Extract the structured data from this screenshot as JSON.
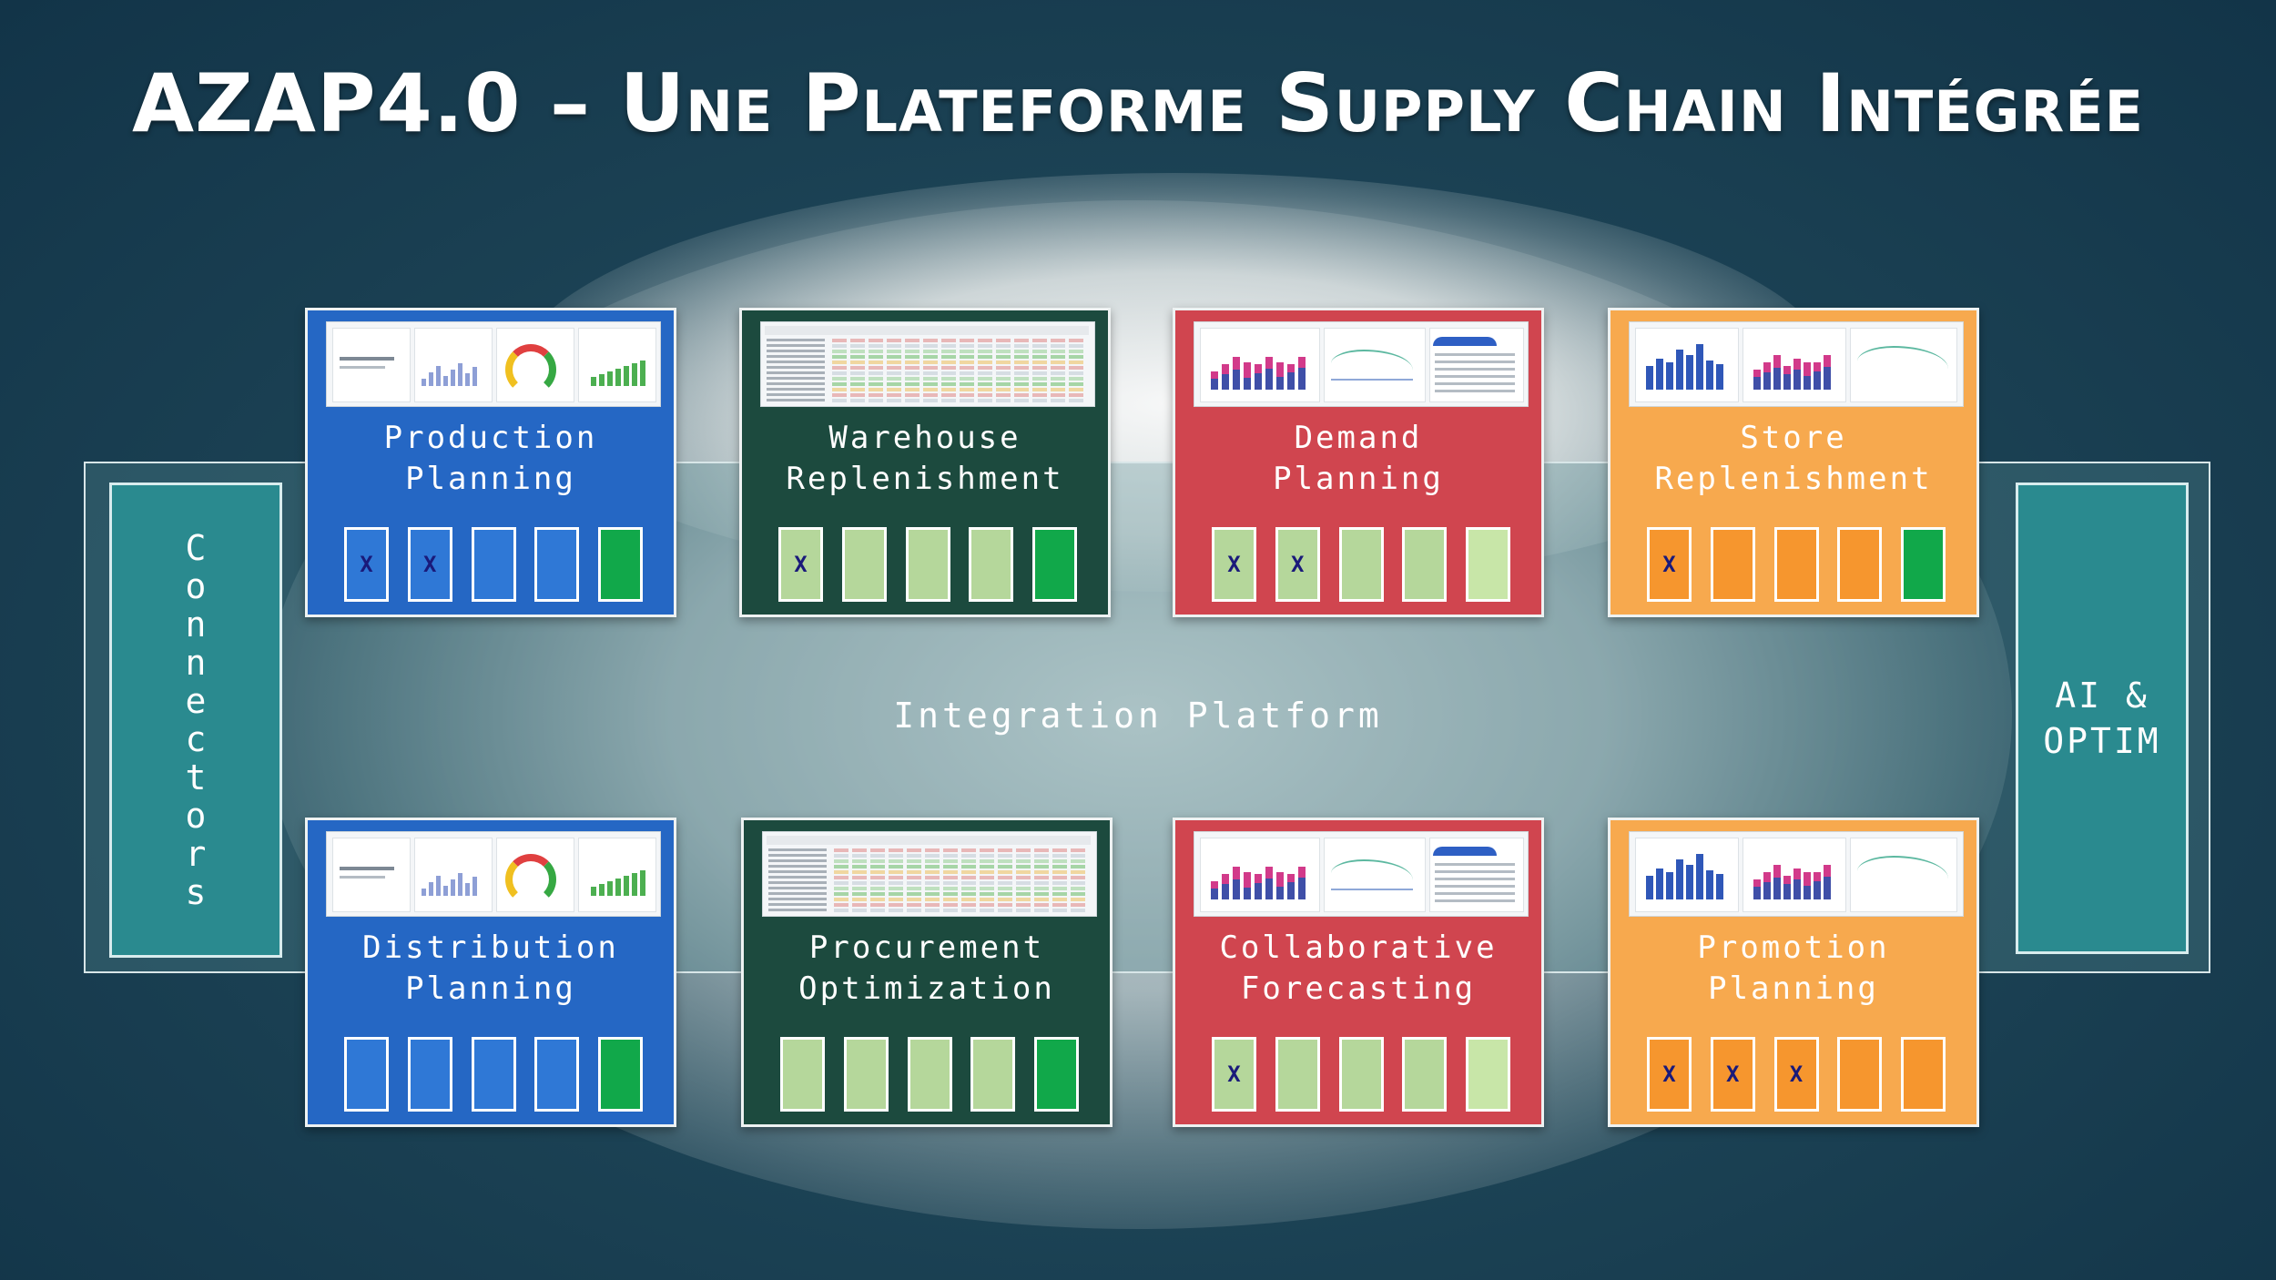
{
  "title": "AZAP4.0 – Une Plateforme  Supply  Chain Intégrée",
  "connectors_label": "Connectors",
  "ai_label": "AI &\nOPTIM",
  "integration_label": "Integration Platform",
  "colors": {
    "blue": "#2567c4",
    "dark_green": "#1c4a3e",
    "red": "#d0454f",
    "orange": "#f7a94e",
    "box_green": "#11a84a",
    "light_green": "#b5d79b",
    "light_green_2": "#c8e6a8",
    "box_orange": "#f6962e",
    "box_blue": "#2f78d6",
    "teal": "#2a8a8f"
  },
  "tiles": [
    {
      "id": "production-planning",
      "label": "Production\nPlanning",
      "theme": "blue",
      "thumb": "dashboard",
      "boxes": [
        {
          "fill": "#2f78d6",
          "mark": "X"
        },
        {
          "fill": "#2f78d6",
          "mark": "X"
        },
        {
          "fill": "#2f78d6",
          "mark": ""
        },
        {
          "fill": "#2f78d6",
          "mark": ""
        },
        {
          "fill": "#11a84a",
          "mark": ""
        }
      ]
    },
    {
      "id": "warehouse-replenishment",
      "label": "Warehouse\nReplenishment",
      "theme": "dark_green",
      "thumb": "table",
      "boxes": [
        {
          "fill": "#b5d79b",
          "mark": "X"
        },
        {
          "fill": "#b5d79b",
          "mark": ""
        },
        {
          "fill": "#b5d79b",
          "mark": ""
        },
        {
          "fill": "#b5d79b",
          "mark": ""
        },
        {
          "fill": "#11a84a",
          "mark": ""
        }
      ]
    },
    {
      "id": "demand-planning",
      "label": "Demand\nPlanning",
      "theme": "red",
      "thumb": "forecast",
      "boxes": [
        {
          "fill": "#b5d79b",
          "mark": "X"
        },
        {
          "fill": "#b5d79b",
          "mark": "X"
        },
        {
          "fill": "#b5d79b",
          "mark": ""
        },
        {
          "fill": "#b5d79b",
          "mark": ""
        },
        {
          "fill": "#c8e6a8",
          "mark": ""
        }
      ]
    },
    {
      "id": "store-replenishment",
      "label": "Store\nReplenishment",
      "theme": "orange",
      "thumb": "bars",
      "boxes": [
        {
          "fill": "#f6962e",
          "mark": "X"
        },
        {
          "fill": "#f6962e",
          "mark": ""
        },
        {
          "fill": "#f6962e",
          "mark": ""
        },
        {
          "fill": "#f6962e",
          "mark": ""
        },
        {
          "fill": "#11a84a",
          "mark": ""
        }
      ]
    },
    {
      "id": "distribution-planning",
      "label": "Distribution\nPlanning",
      "theme": "blue",
      "thumb": "dashboard",
      "boxes": [
        {
          "fill": "#2f78d6",
          "mark": ""
        },
        {
          "fill": "#2f78d6",
          "mark": ""
        },
        {
          "fill": "#2f78d6",
          "mark": ""
        },
        {
          "fill": "#2f78d6",
          "mark": ""
        },
        {
          "fill": "#11a84a",
          "mark": ""
        }
      ]
    },
    {
      "id": "procurement-optimization",
      "label": "Procurement\nOptimization",
      "theme": "dark_green",
      "thumb": "table",
      "boxes": [
        {
          "fill": "#b5d79b",
          "mark": ""
        },
        {
          "fill": "#b5d79b",
          "mark": ""
        },
        {
          "fill": "#b5d79b",
          "mark": ""
        },
        {
          "fill": "#b5d79b",
          "mark": ""
        },
        {
          "fill": "#11a84a",
          "mark": ""
        }
      ]
    },
    {
      "id": "collaborative-forecasting",
      "label": "Collaborative\nForecasting",
      "theme": "red",
      "thumb": "forecast",
      "boxes": [
        {
          "fill": "#b5d79b",
          "mark": "X"
        },
        {
          "fill": "#b5d79b",
          "mark": ""
        },
        {
          "fill": "#b5d79b",
          "mark": ""
        },
        {
          "fill": "#b5d79b",
          "mark": ""
        },
        {
          "fill": "#c8e6a8",
          "mark": ""
        }
      ]
    },
    {
      "id": "promotion-planning",
      "label": "Promotion\nPlanning",
      "theme": "orange",
      "thumb": "bars",
      "boxes": [
        {
          "fill": "#f6962e",
          "mark": "X"
        },
        {
          "fill": "#f6962e",
          "mark": "X"
        },
        {
          "fill": "#f6962e",
          "mark": "X"
        },
        {
          "fill": "#f6962e",
          "mark": ""
        },
        {
          "fill": "#f6962e",
          "mark": ""
        }
      ]
    }
  ]
}
